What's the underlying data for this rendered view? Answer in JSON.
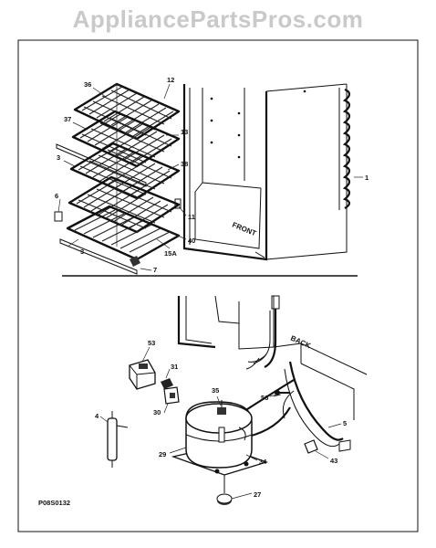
{
  "watermark": "AppliancePartsPros.com",
  "diagram_code": "P08S0132",
  "labels": {
    "front": "FRONT",
    "back": "BACK"
  },
  "callouts": [
    {
      "id": "c36",
      "text": "36"
    },
    {
      "id": "c12",
      "text": "12"
    },
    {
      "id": "c37",
      "text": "37"
    },
    {
      "id": "c13",
      "text": "13"
    },
    {
      "id": "c3a",
      "text": "3"
    },
    {
      "id": "c38",
      "text": "38"
    },
    {
      "id": "c1",
      "text": "1"
    },
    {
      "id": "c6",
      "text": "6"
    },
    {
      "id": "c11",
      "text": "11"
    },
    {
      "id": "c40",
      "text": "40"
    },
    {
      "id": "c15a",
      "text": "15A"
    },
    {
      "id": "c3b",
      "text": "3"
    },
    {
      "id": "c7",
      "text": "7"
    },
    {
      "id": "c53",
      "text": "53"
    },
    {
      "id": "c31",
      "text": "31"
    },
    {
      "id": "c35",
      "text": "35"
    },
    {
      "id": "c56",
      "text": "56"
    },
    {
      "id": "c4",
      "text": "4"
    },
    {
      "id": "c30",
      "text": "30"
    },
    {
      "id": "c5",
      "text": "5"
    },
    {
      "id": "c29",
      "text": "29"
    },
    {
      "id": "c34",
      "text": "34"
    },
    {
      "id": "c43",
      "text": "43"
    },
    {
      "id": "c27",
      "text": "27"
    }
  ]
}
